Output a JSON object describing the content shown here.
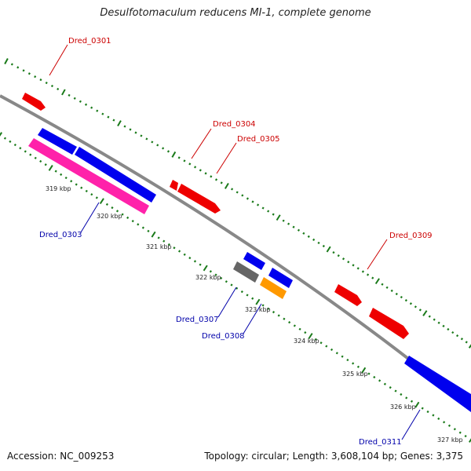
{
  "title": "Desulfotomaculum reducens MI-1, complete genome",
  "accession": "Accession: NC_009253",
  "summary": "Topology: circular; Length: 3,608,104 bp; Genes: 3,375",
  "colors": {
    "backbone": "#888888",
    "ticks": "#1a7a1a",
    "forward_label": "#cc0000",
    "reverse_label": "#0000aa"
  },
  "kbp_labels": [
    "319 kbp",
    "320 kbp",
    "321 kbp",
    "322 kbp",
    "323 kbp",
    "324 kbp",
    "325 kbp",
    "326 kbp",
    "327 kbp"
  ],
  "genes": [
    {
      "name": "Dred_0301",
      "color": "#ee0000",
      "strand": "forward"
    },
    {
      "name": "Dred_0303",
      "color": "#ff22aa",
      "strand": "reverse"
    },
    {
      "name": "Dred_0304",
      "color": "#ee0000",
      "strand": "forward"
    },
    {
      "name": "Dred_0305",
      "color": "#ee0000",
      "strand": "forward"
    },
    {
      "name": "Dred_0307",
      "color": "#666666",
      "strand": "reverse"
    },
    {
      "name": "Dred_0308",
      "color": "#ff9900",
      "strand": "reverse"
    },
    {
      "name": "Dred_0309",
      "color": "#ee0000",
      "strand": "forward"
    },
    {
      "name": "Dred_0311",
      "color": "#0000ee",
      "strand": "reverse"
    }
  ],
  "unlabeled_gene_color": "#0000ee"
}
